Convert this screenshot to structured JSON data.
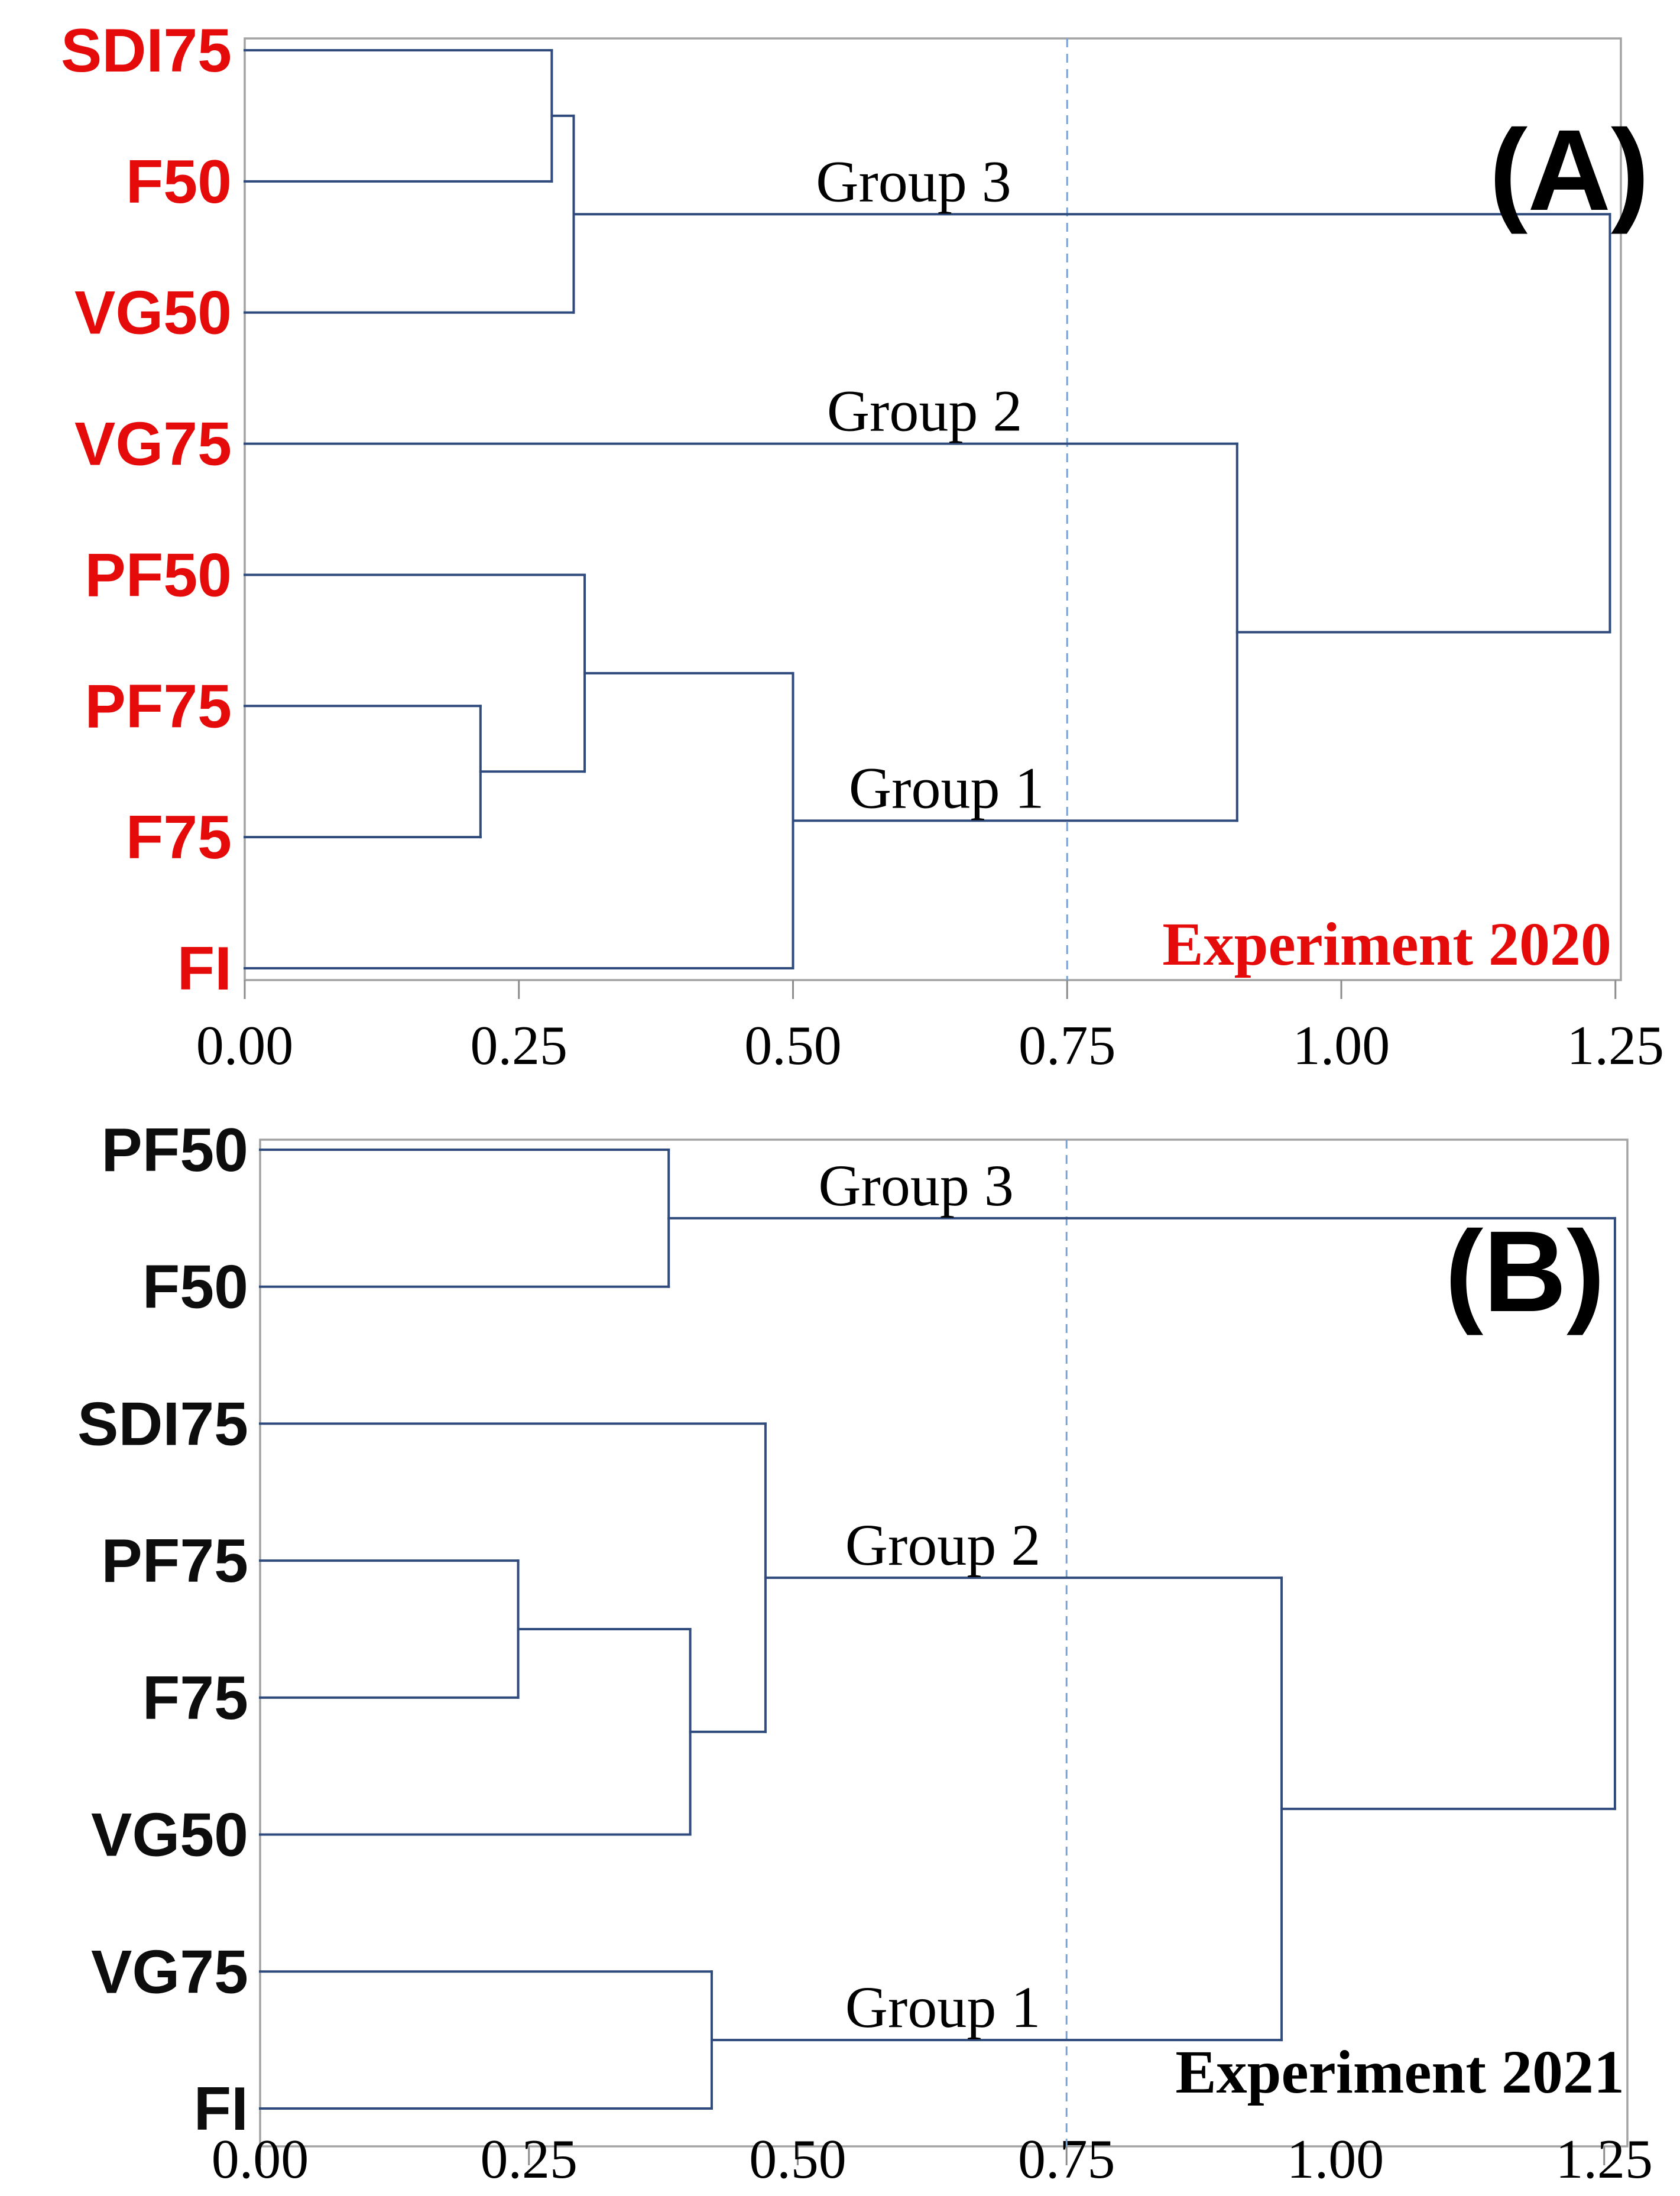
{
  "figure": {
    "description": "Two stacked horizontal dendrograms of agglomerative clustering of irrigation treatments",
    "background": "#ffffff"
  },
  "colors": {
    "tree_line": "#2f4a7d",
    "threshold_line": "#78a3d4",
    "frame": "#a3a3a3",
    "tick": "#8c8c8c",
    "red_accent": "#e50b0b",
    "black_text": "#000000"
  },
  "chart_data": {
    "type": "dendrogram",
    "orientation": "horizontal, leaves on left",
    "grid": false,
    "axis": {
      "tick_labels": [
        "0.00",
        "0.25",
        "0.50",
        "0.75",
        "1.00",
        "1.25"
      ],
      "tick_values": [
        0,
        0.25,
        0.5,
        0.75,
        1.0,
        1.25
      ],
      "range": [
        0,
        1.25
      ]
    },
    "threshold_line": {
      "value": 0.75,
      "style": "dashed"
    },
    "panels": [
      {
        "id": "A",
        "corner_label": "(A)",
        "experiment_label": "Experiment 2020",
        "experiment_label_color": "#e50b0b",
        "leaf_label_color": "#e50b0b",
        "leaves": [
          "SDI75",
          "F50",
          "VG50",
          "VG75",
          "PF50",
          "PF75",
          "F75",
          "FI"
        ],
        "merges": [
          {
            "id": "m1",
            "a": "SDI75",
            "b": "F50",
            "distance": 0.28
          },
          {
            "id": "m2",
            "a": "m1",
            "b": "VG50",
            "distance": 0.3
          },
          {
            "id": "m3",
            "a": "PF75",
            "b": "F75",
            "distance": 0.215
          },
          {
            "id": "m4",
            "a": "PF50",
            "b": "m3",
            "distance": 0.31
          },
          {
            "id": "m5",
            "a": "m4",
            "b": "FI",
            "distance": 0.5
          },
          {
            "id": "m6",
            "a": "VG75",
            "b": "m5",
            "distance": 0.905
          },
          {
            "id": "m7",
            "a": "m2",
            "b": "m6",
            "distance": 1.245
          }
        ],
        "group_labels": [
          {
            "text": "Group 3",
            "anchor": "m2",
            "x_value": 0.61
          },
          {
            "text": "Group 2",
            "anchor": "VG75",
            "x_value": 0.62
          },
          {
            "text": "Group 1",
            "anchor": "m5",
            "x_value": 0.64
          }
        ]
      },
      {
        "id": "B",
        "corner_label": "(B)",
        "experiment_label": "Experiment 2021",
        "experiment_label_color": "#000000",
        "leaf_label_color": "#0d0d0d",
        "leaves": [
          "PF50",
          "F50",
          "SDI75",
          "PF75",
          "F75",
          "VG50",
          "VG75",
          "FI"
        ],
        "merges": [
          {
            "id": "m1",
            "a": "PF50",
            "b": "F50",
            "distance": 0.38
          },
          {
            "id": "m2",
            "a": "PF75",
            "b": "F75",
            "distance": 0.24
          },
          {
            "id": "m3",
            "a": "m2",
            "b": "VG50",
            "distance": 0.4
          },
          {
            "id": "m4",
            "a": "SDI75",
            "b": "m3",
            "distance": 0.47
          },
          {
            "id": "m5",
            "a": "VG75",
            "b": "FI",
            "distance": 0.42
          },
          {
            "id": "m6",
            "a": "m4",
            "b": "m5",
            "distance": 0.95
          },
          {
            "id": "m7",
            "a": "m1",
            "b": "m6",
            "distance": 1.26
          }
        ],
        "group_labels": [
          {
            "text": "Group 3",
            "anchor": "m1",
            "x_value": 0.61
          },
          {
            "text": "Group 2",
            "anchor": "m4",
            "x_value": 0.635
          },
          {
            "text": "Group 1",
            "anchor": "m5",
            "x_value": 0.635
          }
        ]
      }
    ]
  }
}
